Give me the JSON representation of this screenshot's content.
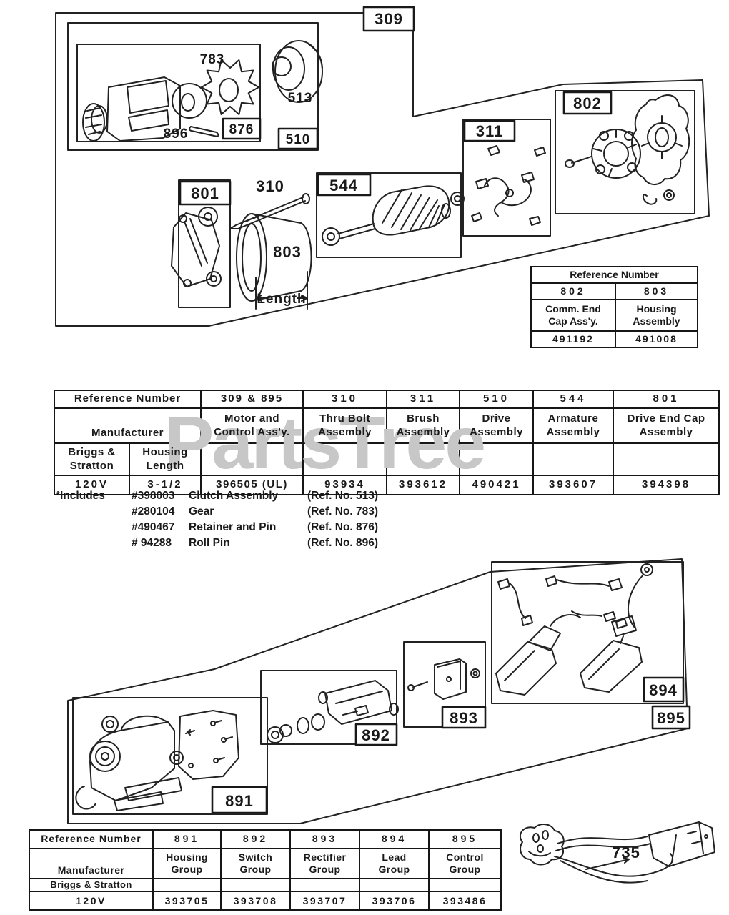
{
  "colors": {
    "ink": "#191919",
    "watermark": "#c7c7c7",
    "background": "#ffffff"
  },
  "watermark": {
    "text": "PartsTree",
    "tm": "™"
  },
  "top_diagram": {
    "callouts": {
      "motor_assembly": "309",
      "gear": "783",
      "clutch": "513",
      "roll_pin": "896",
      "retainer": "876",
      "drive_assembly": "510",
      "drive_end_cap": "801",
      "thru_bolt": "310",
      "housing": "803",
      "length": "Length",
      "armature": "544",
      "brush_assembly": "311",
      "comm_end_cap": "802"
    }
  },
  "ref_table": {
    "title": "Reference Number",
    "col1_ref": "802",
    "col2_ref": "803",
    "col1_name": "Comm. End Cap Ass'y.",
    "col2_name": "Housing Assembly",
    "col1_part": "491192",
    "col2_part": "491008"
  },
  "main_table": {
    "ref_header": "Reference Number",
    "manufacturer": "Manufacturer",
    "brand": "Briggs & Stratton",
    "housing_length": "Housing Length",
    "voltage": "120V",
    "length_value": "3-1/2",
    "columns": [
      {
        "ref": "309 & 895",
        "name": "Motor and Control Ass'y.",
        "part": "396505 (UL)"
      },
      {
        "ref": "310",
        "name": "Thru Bolt Assembly",
        "part": "93934"
      },
      {
        "ref": "311",
        "name": "Brush Assembly",
        "part": "393612"
      },
      {
        "ref": "510",
        "name": "Drive Assembly",
        "part": "490421"
      },
      {
        "ref": "544",
        "name": "Armature Assembly",
        "part": "393607"
      },
      {
        "ref": "801",
        "name": "Drive End Cap Assembly",
        "part": "394398"
      }
    ]
  },
  "includes_notes": {
    "label": "*Includes",
    "items": [
      {
        "part": "#398003",
        "name": "Clutch Assembly",
        "ref": "(Ref. No. 513)"
      },
      {
        "part": "#280104",
        "name": "Gear",
        "ref": "(Ref. No. 783)"
      },
      {
        "part": "#490467",
        "name": "Retainer and Pin",
        "ref": "(Ref. No. 876)"
      },
      {
        "part": "# 94288",
        "name": "Roll Pin",
        "ref": "(Ref. No. 896)"
      }
    ]
  },
  "bottom_diagram": {
    "callouts": {
      "housing_group": "891",
      "switch_group": "892",
      "rectifier_group": "893",
      "lead_group": "894",
      "control_group": "895",
      "power_cord": "735"
    }
  },
  "bottom_table": {
    "ref_header": "Reference Number",
    "manufacturer": "Manufacturer",
    "brand": "Briggs & Stratton",
    "voltage": "120V",
    "columns": [
      {
        "ref": "891",
        "name": "Housing Group",
        "part": "393705"
      },
      {
        "ref": "892",
        "name": "Switch Group",
        "part": "393708"
      },
      {
        "ref": "893",
        "name": "Rectifier Group",
        "part": "393707"
      },
      {
        "ref": "894",
        "name": "Lead Group",
        "part": "393706"
      },
      {
        "ref": "895",
        "name": "Control Group",
        "part": "393486"
      }
    ]
  }
}
